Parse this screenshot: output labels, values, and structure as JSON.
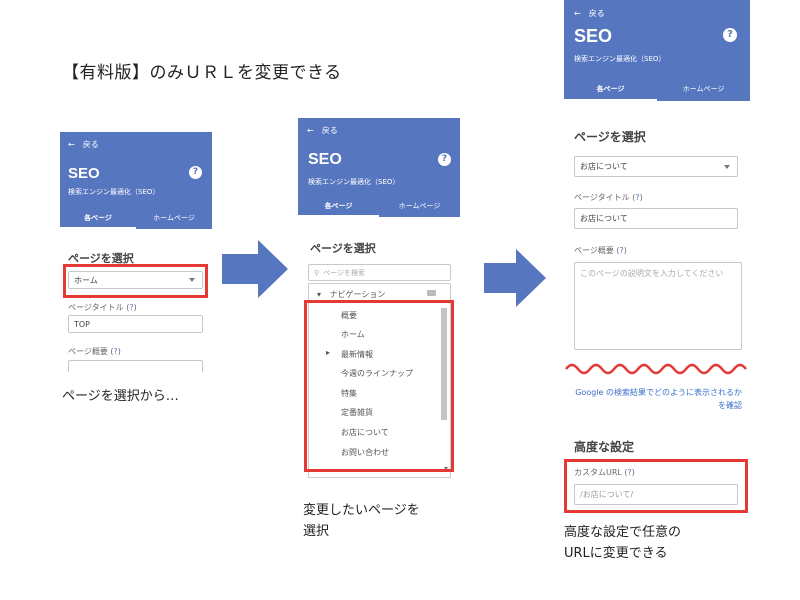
{
  "heading": "【有料版】のみＵＲＬを変更できる",
  "common": {
    "back": "←　戻る",
    "seo_title": "SEO",
    "seo_subtitle": "検索エンジン最適化（SEO）",
    "help": "?",
    "tab_pages": "各ページ",
    "tab_home": "ホームページ",
    "select_page": "ページを選択",
    "question": "?"
  },
  "panel1": {
    "selected": "ホーム",
    "page_title_label": "ページタイトル",
    "page_title_value": "TOP",
    "page_summary_label": "ページ概要"
  },
  "panel2": {
    "search_placeholder": "ページを検索",
    "nav_label": "ナビゲーション",
    "items": [
      "概要",
      "ホーム",
      "最新情報",
      "今週のラインナップ",
      "特集",
      "定番雑貨",
      "お店について",
      "お問い合わせ"
    ]
  },
  "panel3": {
    "selected": "お店について",
    "page_title_label": "ページタイトル",
    "page_title_value": "お店について",
    "page_summary_label": "ページ概要",
    "summary_placeholder": "このページの説明文を入力してください",
    "google_link": "Google の検索結果でどのように表示されるかを確認",
    "advanced": "高度な設定",
    "custom_url_label": "カスタムURL",
    "custom_url_value": "/お店について/"
  },
  "captions": {
    "c1": "ページを選択から…",
    "c2_line1": "変更したいページを",
    "c2_line2": "選択",
    "c3_line1": "高度な設定で任意の",
    "c3_line2": "URLに変更できる"
  },
  "colors": {
    "header": "#5776c0",
    "highlight": "#e53935",
    "arrow": "#5776c0",
    "link": "#3a6ec8"
  }
}
